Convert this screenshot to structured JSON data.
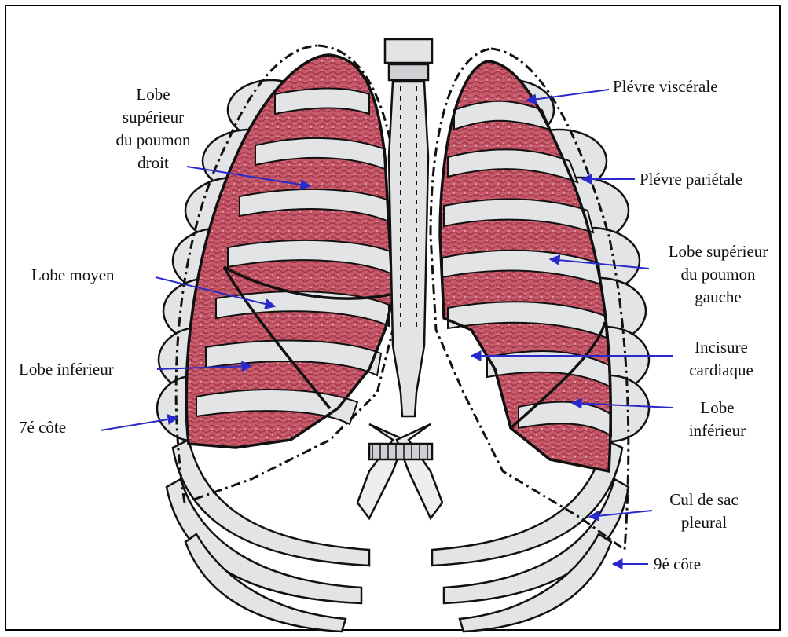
{
  "colors": {
    "lung": "#c75a6a",
    "lung_texture": "#9e3446",
    "rib_fill": "#e3e4e6",
    "outline": "#111111",
    "arrow": "#2a2acc"
  },
  "labels": {
    "lobe_sup_droit": [
      "Lobe",
      "supérieur",
      "du poumon",
      "droit"
    ],
    "lobe_moyen": "Lobe moyen",
    "lobe_inf_droit": "Lobe inférieur",
    "cote_7": "7é côte",
    "plevre_visc": "Plévre viscérale",
    "plevre_pari": "Plévre pariétale",
    "lobe_sup_gauche": [
      "Lobe supérieur",
      "du poumon",
      "gauche"
    ],
    "incisure": [
      "Incisure",
      "cardiaque"
    ],
    "lobe_inf_gauche": [
      "Lobe",
      "inférieur"
    ],
    "cul_de_sac": [
      "Cul de sac",
      "pleural"
    ],
    "cote_9": "9é côte"
  }
}
